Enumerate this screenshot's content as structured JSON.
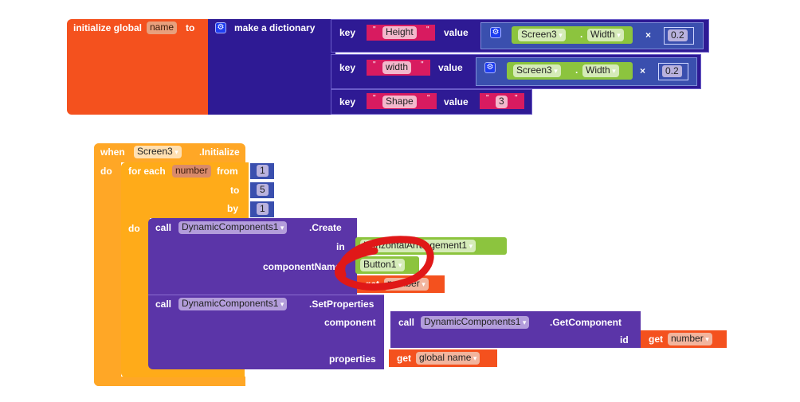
{
  "global_init": {
    "prefix": "initialize global",
    "var_name": "name",
    "to": "to",
    "make_dict": "make a dictionary",
    "pairs": [
      {
        "key_label": "key",
        "key": "Height",
        "value_label": "value",
        "component": "Screen3",
        "dot": ".",
        "property": "Width",
        "op": "×",
        "factor": "0.2"
      },
      {
        "key_label": "key",
        "key": "width",
        "value_label": "value",
        "component": "Screen3",
        "dot": ".",
        "property": "Width",
        "op": "×",
        "factor": "0.2"
      },
      {
        "key_label": "key",
        "key": "Shape",
        "value_label": "value",
        "text_value": "3"
      }
    ]
  },
  "event": {
    "when": "when",
    "component": "Screen3",
    "event_name": ".Initialize",
    "do": "do",
    "loop": {
      "for_each": "for each",
      "var": "number",
      "from_label": "from",
      "from": "1",
      "to_label": "to",
      "to": "5",
      "by_label": "by",
      "by": "1",
      "do": "do"
    },
    "create": {
      "call": "call",
      "component": "DynamicComponents1",
      "method": ".Create",
      "in_label": "in",
      "in_value": "HorizontalArrangement1",
      "component_name_label": "componentName",
      "component_name_value": "Button1",
      "get": "get",
      "get_var": "number"
    },
    "set_props": {
      "call": "call",
      "component": "DynamicComponents1",
      "method": ".SetProperties",
      "component_label": "component",
      "inner_call": "call",
      "inner_component": "DynamicComponents1",
      "inner_method": ".GetComponent",
      "id_label": "id",
      "id_get": "get",
      "id_var": "number",
      "properties_label": "properties",
      "properties_get": "get",
      "properties_var": "global name"
    }
  },
  "colors": {
    "variable": "#f4511e",
    "dictionary": "#2e1a94",
    "component_call": "#5b35a8",
    "component_getter": "#8cc43e",
    "text": "#d81b60",
    "control": "#ffab19",
    "annotation": "#e01818"
  }
}
